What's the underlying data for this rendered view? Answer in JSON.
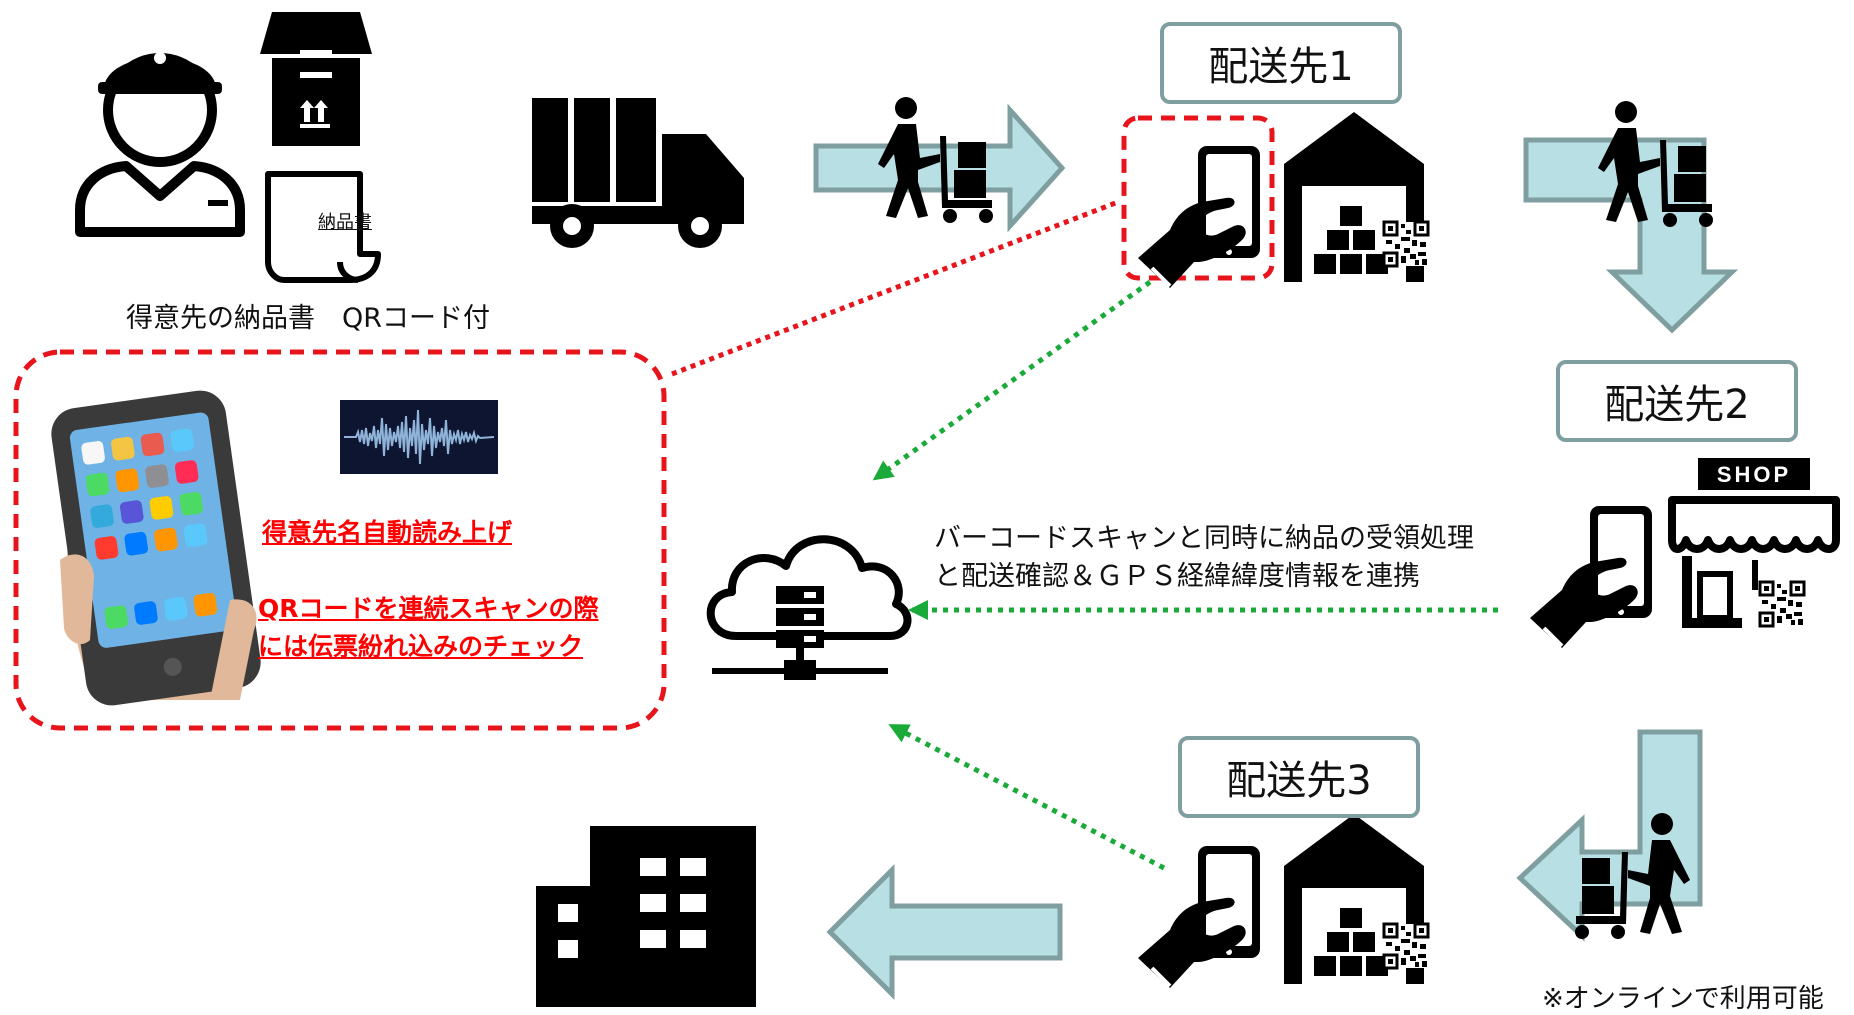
{
  "colors": {
    "arrow_fill": "#b8dfe3",
    "arrow_stroke": "#7f9ea0",
    "red_dashed": "#e8141c",
    "green_dotted": "#1aaa3a",
    "icon": "#000000"
  },
  "customer": {
    "caption": "得意先の納品書　QRコード付",
    "document_label": "納品書"
  },
  "destinations": {
    "d1": "配送先1",
    "d2": "配送先2",
    "d3": "配送先3"
  },
  "shop_sign": "SHOP",
  "cloud_caption": {
    "line1": "バーコードスキャンと同時に納品の受領処理",
    "line2": "と配送確認＆ＧＰＳ経緯緯度情報を連携"
  },
  "feature_box": {
    "line1": "得意先名自動読み上げ",
    "line2": "QRコードを連続スキャンの際",
    "line3": "には伝票紛れ込みのチェック"
  },
  "footnote": "※オンラインで利用可能"
}
